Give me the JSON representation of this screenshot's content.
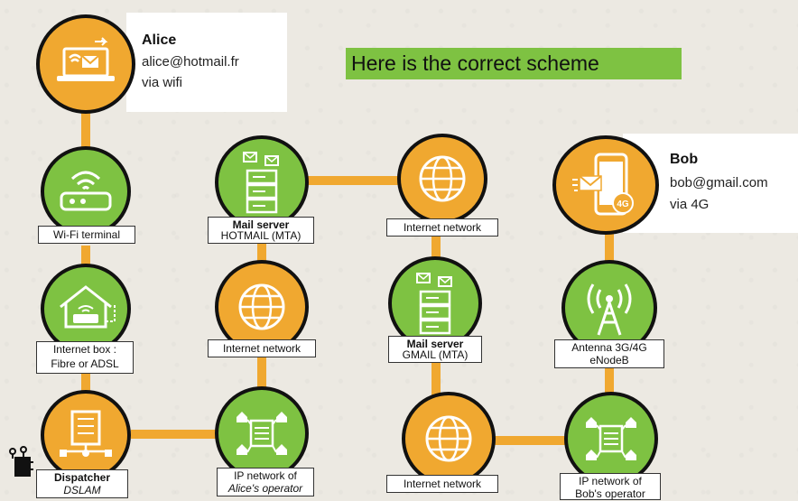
{
  "title": "Here is the correct scheme",
  "colors": {
    "green": "#7ec242",
    "orange": "#f0a830",
    "outline": "#111111",
    "link": "#f0a830"
  },
  "alice": {
    "name": "Alice",
    "email": "alice@hotmail.fr",
    "via": "via wifi",
    "icon": "laptop-mail-icon"
  },
  "bob": {
    "name": "Bob",
    "email": "bob@gmail.com",
    "via": "via 4G",
    "icon": "smartphone-4g-icon",
    "badge": "4G"
  },
  "nodes": {
    "wifi_terminal": {
      "label": "Wi-Fi terminal",
      "icon": "router-icon"
    },
    "internet_box": {
      "line1": "Internet box :",
      "line2": "Fibre or ADSL",
      "icon": "home-router-icon"
    },
    "dispatcher": {
      "line1": "Dispatcher",
      "line2": "DSLAM",
      "icon": "dslam-icon"
    },
    "hotmail_server": {
      "line1": "Mail server",
      "line2": "HOTMAIL (MTA)",
      "icon": "mail-server-icon"
    },
    "internet_network_1": {
      "label": "Internet network",
      "icon": "globe-icon"
    },
    "ip_network_alice": {
      "line1": "IP network of",
      "line2": "Alice's operator",
      "icon": "ip-network-icon"
    },
    "internet_network_2": {
      "label": "Internet network",
      "icon": "globe-icon"
    },
    "gmail_server": {
      "line1": "Mail server",
      "line2": "GMAIL (MTA)",
      "icon": "mail-server-icon"
    },
    "internet_network_3": {
      "label": "Internet network",
      "icon": "globe-icon"
    },
    "antenna": {
      "line1": "Antenna 3G/4G",
      "line2": "eNodeB",
      "icon": "antenna-icon"
    },
    "ip_network_bob": {
      "line1": "IP network of",
      "line2": "Bob's operator",
      "icon": "ip-network-icon"
    }
  }
}
